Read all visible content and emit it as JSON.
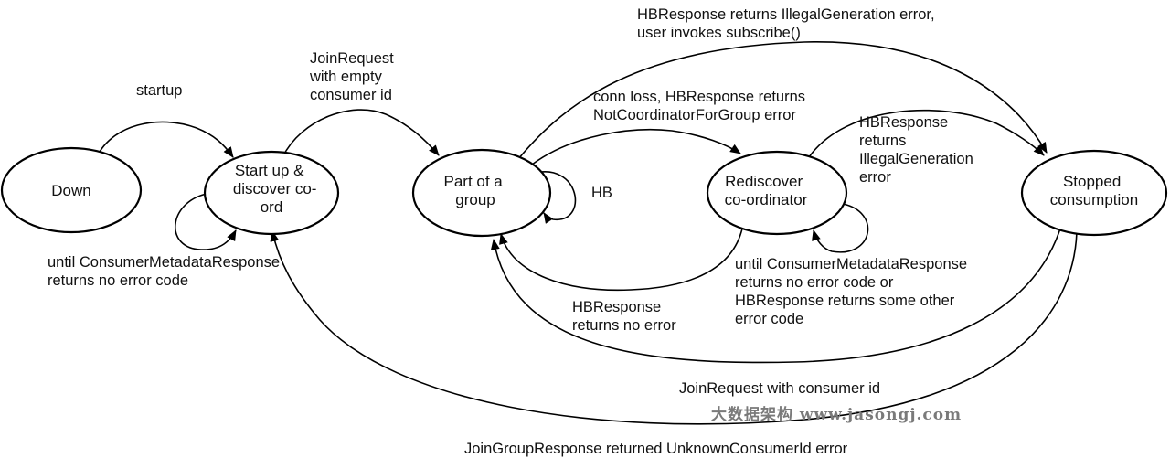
{
  "states": {
    "down": [
      "Down"
    ],
    "startup": [
      "Start up &",
      "discover co-",
      "ord"
    ],
    "group": [
      "Part of a",
      "group"
    ],
    "rediscover": [
      "Rediscover",
      "co-ordinator"
    ],
    "stopped": [
      "Stopped",
      "consumption"
    ]
  },
  "transitions": {
    "startup": [
      "startup"
    ],
    "join_request_empty": [
      "JoinRequest",
      "with empty",
      "consumer id"
    ],
    "until_metadata": [
      "until ConsumerMetadataResponse",
      "returns no error code"
    ],
    "hb": [
      "HB"
    ],
    "conn_loss": [
      "conn loss, HBResponse returns",
      "NotCoordinatorForGroup error"
    ],
    "illegal_generation_subscribe": [
      "HBResponse returns IllegalGeneration error,",
      "user invokes subscribe()"
    ],
    "hb_illegal_generation": [
      "HBResponse",
      "returns",
      "IllegalGeneration",
      "error"
    ],
    "hb_no_error": [
      "HBResponse",
      "returns no error"
    ],
    "until_metadata_or_other": [
      "until ConsumerMetadataResponse",
      "returns no error code or",
      "HBResponse returns some other",
      "error code"
    ],
    "join_request_consumer_id": [
      "JoinRequest with consumer id"
    ],
    "unknown_consumer_id": [
      "JoinGroupResponse returned UnknownConsumerId error"
    ]
  },
  "watermark": "大数据架构 www.jasongj.com"
}
